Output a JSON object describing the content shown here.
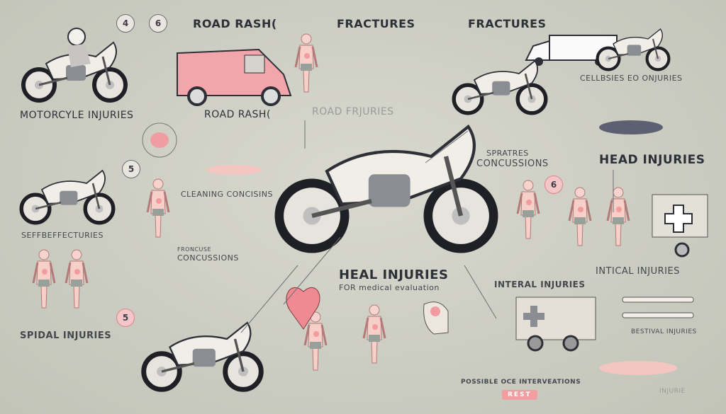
{
  "headings": {
    "road_rash_top": "ROAD RASH(",
    "fractures_1": "FRACTURES",
    "fractures_2": "FRACTURES",
    "motorcycle_injuries": "MOTORCYLE INJURIES",
    "road_rash_mid": "ROAD RASH(",
    "road_frjuries": "ROAD FRJURIES",
    "cellbsies": "CELLBSIES EO ONJURIES",
    "head_injuries": "HEAD INJURIES",
    "spratres": "SPRATRES",
    "concussions_right": "CONCUSSIONS",
    "cleaning_concisins": "CLEANING CONCISINS",
    "seffbeffecturies": "SEFFBEFFECTURIES",
    "froncuse": "FRONCUSE",
    "concussions_left": "CONCUSSIONS",
    "heal_injuries": "HEAL INJURIES",
    "heal_sub": "FOR medical evaluation",
    "interal_injuries": "INTERAL INJURIES",
    "intical_injuries": "INTICAL INJURIES",
    "spidal_injuries": "SPIDAL INJURIES",
    "bestival_injuries": "BESTIVAL INJURIES",
    "possible_interventions": "POSSIBLE OCE INTERVEATIONS",
    "rest_badge": "REST",
    "injurie": "INJURIE"
  },
  "numbers": [
    "4",
    "6",
    "5",
    "5",
    "6"
  ],
  "colors": {
    "background": "#cdcec3",
    "accent_pink": "#f29ea0",
    "outline": "#2e3038"
  },
  "icons": [
    "motorcycle-icon",
    "van-icon",
    "ambulance-icon",
    "heart-icon",
    "skull-icon",
    "brain-icon",
    "human-figure-icon",
    "bone-icon",
    "medical-cross-icon"
  ]
}
